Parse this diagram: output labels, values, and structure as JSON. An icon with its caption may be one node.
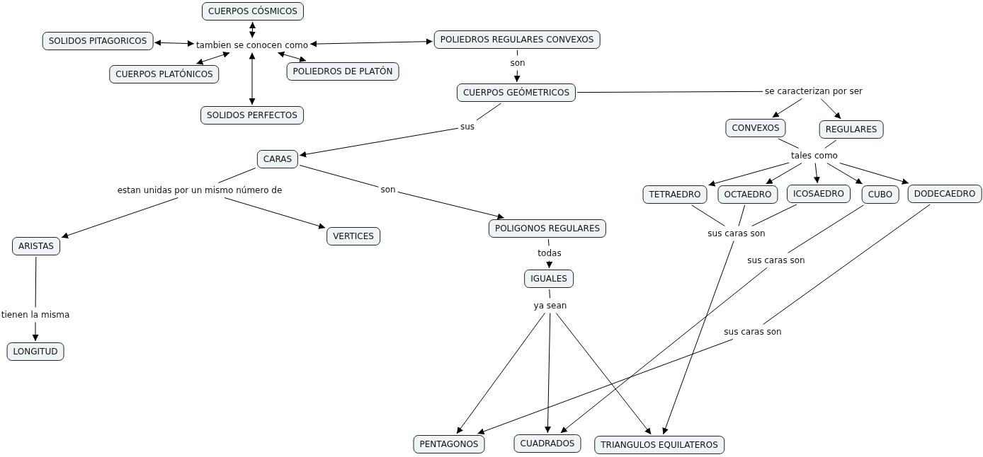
{
  "diagram": {
    "nodes": [
      {
        "text": [
          "CUERPOS CÓSMICOS"
        ]
      },
      {
        "text": [
          "SOLIDOS PITAGORICOS"
        ]
      },
      {
        "text": [
          "tambien se conocen como"
        ]
      },
      {
        "text": [
          "POLIEDROS REGULARES CONVEXOS"
        ]
      },
      {
        "text": [
          "CUERPOS PLATÓNICOS"
        ]
      },
      {
        "text": [
          "POLIEDROS DE PLATÓN"
        ]
      },
      {
        "text": [
          "SOLIDOS PERFECTOS"
        ]
      },
      {
        "text": [
          "son"
        ]
      },
      {
        "text": [
          "CUERPOS GEÓMETRICOS"
        ]
      },
      {
        "text": [
          "se caracterizan por ser"
        ]
      },
      {
        "text": [
          "CONVEXOS"
        ]
      },
      {
        "text": [
          "REGULARES"
        ]
      },
      {
        "text": [
          "sus"
        ]
      },
      {
        "text": [
          "CARAS"
        ]
      },
      {
        "text": [
          "tales como"
        ]
      },
      {
        "text": [
          "estan unidas por un mismo número de"
        ]
      },
      {
        "text": [
          "son"
        ]
      },
      {
        "text": [
          "TETRAEDRO"
        ]
      },
      {
        "text": [
          "OCTAEDRO"
        ]
      },
      {
        "text": [
          "ICOSAEDRO"
        ]
      },
      {
        "text": [
          "CUBO"
        ]
      },
      {
        "text": [
          "DODECAEDRO"
        ]
      },
      {
        "text": [
          "ARISTAS"
        ]
      },
      {
        "text": [
          "VERTICES"
        ]
      },
      {
        "text": [
          "POLIGONOS REGULARES"
        ]
      },
      {
        "text": [
          "sus caras son"
        ]
      },
      {
        "text": [
          "todas"
        ]
      },
      {
        "text": [
          "IGUALES"
        ]
      },
      {
        "text": [
          "sus caras son"
        ]
      },
      {
        "text": [
          "ya sean"
        ]
      },
      {
        "text": [
          "tienen la misma"
        ]
      },
      {
        "text": [
          "sus caras son"
        ]
      },
      {
        "text": [
          "LONGITUD"
        ]
      },
      {
        "text": [
          "PENTAGONOS"
        ]
      },
      {
        "text": [
          "CUADRADOS"
        ]
      },
      {
        "text": [
          "TRIANGULOS EQUILATEROS"
        ]
      }
    ],
    "edges": [
      {
        "from": 2,
        "to": 0,
        "arrow": "both"
      },
      {
        "from": 2,
        "to": 1,
        "arrow": "both"
      },
      {
        "from": 2,
        "to": 3,
        "arrow": "both"
      },
      {
        "from": 2,
        "to": 4,
        "arrow": "both"
      },
      {
        "from": 2,
        "to": 5,
        "arrow": "both"
      },
      {
        "from": 2,
        "to": 6,
        "arrow": "both"
      },
      {
        "from": 3,
        "to": 7,
        "arrow": "none"
      },
      {
        "from": 7,
        "to": 8,
        "arrow": "to"
      },
      {
        "from": 8,
        "to": 9,
        "arrow": "none"
      },
      {
        "from": 9,
        "to": 10,
        "arrow": "to"
      },
      {
        "from": 9,
        "to": 11,
        "arrow": "to"
      },
      {
        "from": 8,
        "to": 12,
        "arrow": "none"
      },
      {
        "from": 12,
        "to": 13,
        "arrow": "to"
      },
      {
        "from": 10,
        "to": 14,
        "arrow": "none"
      },
      {
        "from": 11,
        "to": 14,
        "arrow": "none"
      },
      {
        "from": 14,
        "to": 17,
        "arrow": "to"
      },
      {
        "from": 14,
        "to": 18,
        "arrow": "to"
      },
      {
        "from": 14,
        "to": 19,
        "arrow": "to"
      },
      {
        "from": 14,
        "to": 20,
        "arrow": "to"
      },
      {
        "from": 14,
        "to": 21,
        "arrow": "to"
      },
      {
        "from": 13,
        "to": 15,
        "arrow": "none"
      },
      {
        "from": 15,
        "to": 22,
        "arrow": "to"
      },
      {
        "from": 15,
        "to": 23,
        "arrow": "to"
      },
      {
        "from": 13,
        "to": 16,
        "arrow": "none"
      },
      {
        "from": 16,
        "to": 24,
        "arrow": "to"
      },
      {
        "from": 24,
        "to": 26,
        "arrow": "none"
      },
      {
        "from": 26,
        "to": 27,
        "arrow": "to"
      },
      {
        "from": 27,
        "to": 29,
        "arrow": "none"
      },
      {
        "from": 29,
        "to": 33,
        "arrow": "to"
      },
      {
        "from": 29,
        "to": 34,
        "arrow": "to"
      },
      {
        "from": 29,
        "to": 35,
        "arrow": "to"
      },
      {
        "from": 22,
        "to": 30,
        "arrow": "none"
      },
      {
        "from": 30,
        "to": 32,
        "arrow": "to"
      },
      {
        "from": 17,
        "to": 25,
        "arrow": "none"
      },
      {
        "from": 18,
        "to": 25,
        "arrow": "none"
      },
      {
        "from": 19,
        "to": 25,
        "arrow": "none"
      },
      {
        "from": 25,
        "to": 35,
        "arrow": "to"
      },
      {
        "from": 20,
        "to": 28,
        "arrow": "none"
      },
      {
        "from": 28,
        "to": 34,
        "arrow": "to"
      },
      {
        "from": 21,
        "to": 31,
        "arrow": "none"
      },
      {
        "from": 31,
        "to": 33,
        "arrow": "to"
      }
    ]
  }
}
